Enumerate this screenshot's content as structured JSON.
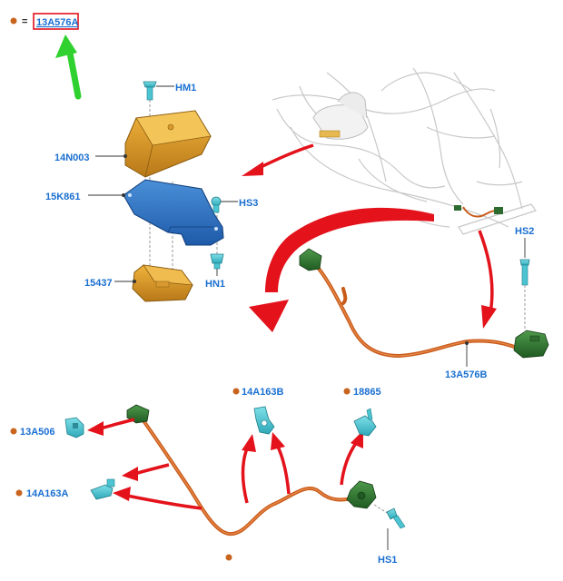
{
  "key": {
    "equals": "=",
    "part": "13A576A"
  },
  "colors": {
    "label": "#1a6fd0",
    "dot": "#c8641e",
    "harness": "#c85a1a",
    "arrow_red": "#e3121b",
    "arrow_green": "#2fd12f",
    "key_box": "#e3121b"
  },
  "parts": {
    "hm1": "HM1",
    "cover": "14N003",
    "bracket": "15K861",
    "hs3": "HS3",
    "hn1": "HN1",
    "module": "15437",
    "hs2": "HS2",
    "harness": "13A576B",
    "p13a506": "13A506",
    "p14a163b": "14A163B",
    "p18865": "18865",
    "p14a163a": "14A163A",
    "hs1": "HS1"
  }
}
